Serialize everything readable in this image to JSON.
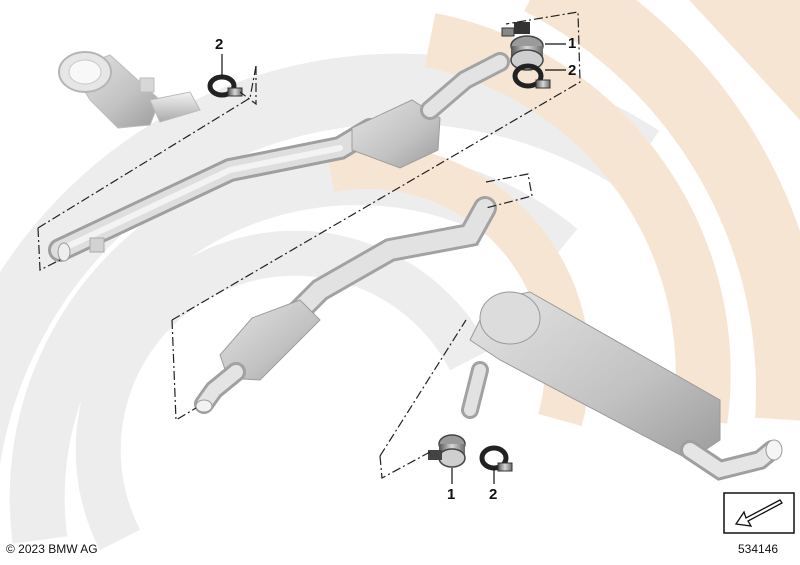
{
  "callouts": {
    "top_clamp_2": "2",
    "right_sleeve_1": "1",
    "right_clamp_2": "2",
    "bottom_sleeve_1": "1",
    "bottom_clamp_2": "2"
  },
  "footer": {
    "copyright": "© 2023 BMW AG",
    "diagram_number": "534146"
  },
  "icons": {
    "nav": "arrow-down-left-icon",
    "watermark": "bmw-roundel-watermark"
  },
  "colors": {
    "watermark_gray": "#ececec",
    "watermark_peach": "#f7e4d2",
    "part_gray": "#cfcfcf",
    "line": "#222222"
  }
}
